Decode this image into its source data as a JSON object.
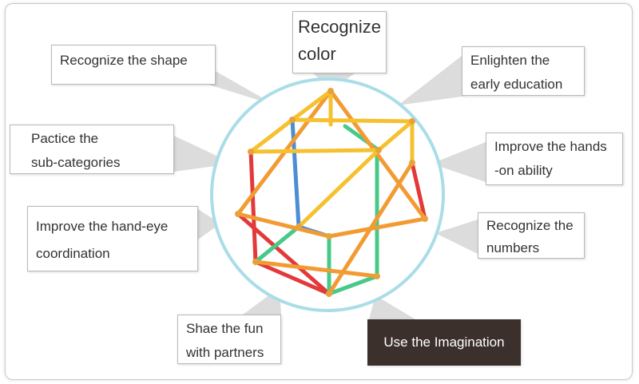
{
  "labels": {
    "recognize_shape": "Recognize the shape",
    "recognize_color": "Recognize\ncolor",
    "enlighten": "Enlighten the\nearly education",
    "practice": "Pactice the\nsub-categories",
    "hands_on": "Improve the hands\n-on ability",
    "hand_eye": "Improve the hand-eye\ncoordination",
    "numbers": "Recognize the\nnumbers",
    "share": "Shae the fun\nwith partners",
    "imagination": "Use the Imagination"
  },
  "colors": {
    "circle_border": "#a9dde8",
    "circle_fill": "#ffffff",
    "ray": "#d0d0d0",
    "dark_box": "#3b302c",
    "stick_red": "#e23a3a",
    "stick_green": "#48c98a",
    "stick_blue": "#4a8ed3",
    "stick_orange": "#f29b33",
    "stick_yellow": "#f6c12f",
    "joint": "#e8a23a"
  }
}
